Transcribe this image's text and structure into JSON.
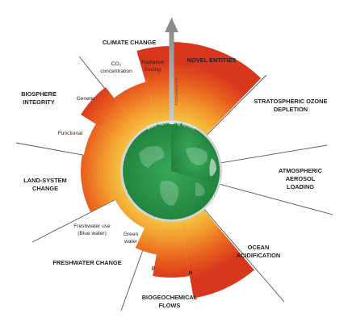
{
  "colors": {
    "safe_green": "#2f9e4f",
    "safe_green_dark": "#1f7a3b",
    "grey_outline": "#bdbdbd",
    "red": "#d9381e",
    "orange": "#f08a24",
    "yellow": "#f5c542",
    "arrow_grey": "#8c8c8c"
  },
  "center": {
    "safe_label": "Safe operating space"
  },
  "arrow": {
    "label": "Increasing risk"
  },
  "categories": {
    "climate": "CLIMATE CHANGE",
    "novel": "NOVEL ENTITIES",
    "ozone_1": "STRATOSPHERIC OZONE",
    "ozone_2": "DEPLETION",
    "aerosol_1": "ATMOSPHERIC",
    "aerosol_2": "AEROSOL",
    "aerosol_3": "LOADING",
    "ocean_1": "OCEAN",
    "ocean_2": "ACIDIFICATION",
    "bio_1": "BIOGEOCHEMICAL",
    "bio_2": "FLOWS",
    "fresh": "FRESHWATER CHANGE",
    "land_1": "LAND-SYSTEM",
    "land_2": "CHANGE",
    "biosphere_1": "BIOSPHERE",
    "biosphere_2": "INTEGRITY"
  },
  "sub_labels": {
    "co2_1": "CO₂",
    "co2_2": "concentration",
    "radiative_1": "Radiative",
    "radiative_2": "forcing",
    "genetic": "Genetic",
    "functional": "Functional",
    "blue_1": "Freshwater use",
    "blue_2": "(Blue water)",
    "green_1": "Green",
    "green_2": "water",
    "phosphorus": "P",
    "nitrogen": "N"
  },
  "sector_levels": [
    {
      "name": "co2-concentration",
      "level": 0.55
    },
    {
      "name": "radiative-forcing",
      "level": 0.95
    },
    {
      "name": "novel-entities",
      "level": 1.0
    },
    {
      "name": "stratospheric-ozone",
      "level": 0.0
    },
    {
      "name": "aerosol-loading",
      "level": 0.0
    },
    {
      "name": "ocean-acidification",
      "level": 0.0
    },
    {
      "name": "nitrogen",
      "level": 1.0
    },
    {
      "name": "phosphorus",
      "level": 0.72
    },
    {
      "name": "green-water",
      "level": 0.45
    },
    {
      "name": "blue-water",
      "level": 0.18
    },
    {
      "name": "land-system",
      "level": 0.52
    },
    {
      "name": "functional-integrity",
      "level": 0.5
    },
    {
      "name": "genetic-diversity",
      "level": 0.72
    }
  ]
}
